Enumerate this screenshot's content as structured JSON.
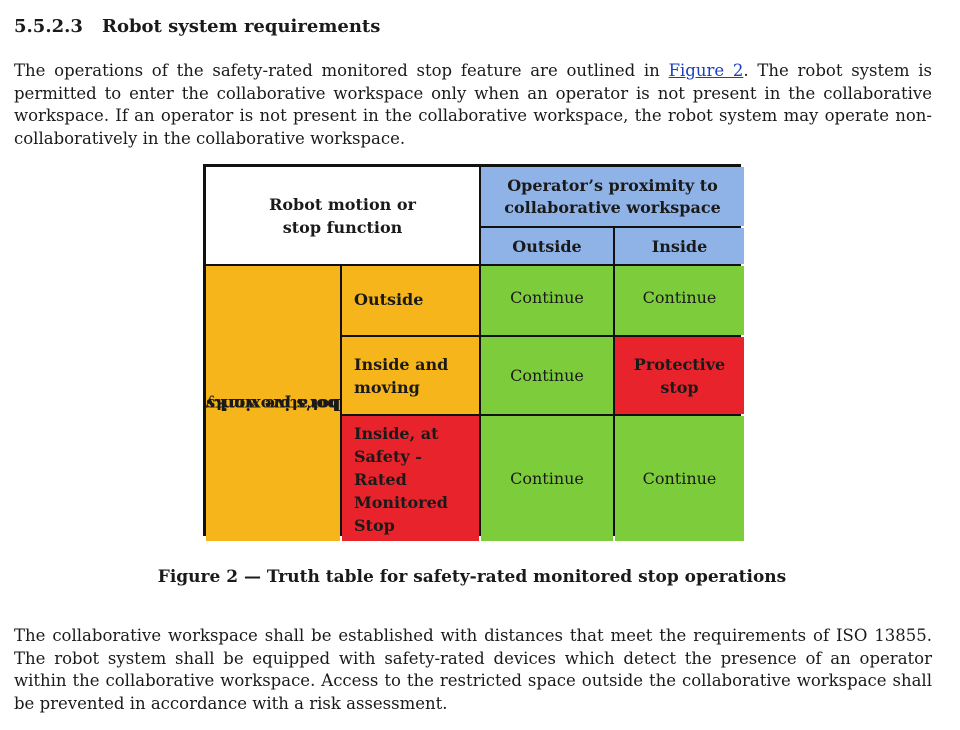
{
  "section": {
    "number": "5.5.2.3",
    "title": "Robot system requirements"
  },
  "intro": {
    "before_link": "The operations of the safety-rated monitored stop feature are outlined in ",
    "link_text": "Figure 2",
    "after_link": ". The robot system is permitted to enter the collaborative workspace only when an operator is not present in the collaborative workspace. If an operator is not present in the collaborative workspace, the robot system may operate non-collaboratively in the collaborative workspace."
  },
  "table": {
    "corner_header_line1": "Robot motion or",
    "corner_header_line2": "stop function",
    "operator_header_line1": "Operator’s proximity to",
    "operator_header_line2": "collaborative workspace",
    "operator_outside": "Outside",
    "operator_inside": "Inside",
    "robot_header_line1": "Robot’s proximity to",
    "robot_header_line2": "collaborative workspace",
    "rows": [
      {
        "label_lines": [
          "Outside"
        ],
        "outside": "Continue",
        "inside": "Continue"
      },
      {
        "label_lines": [
          "Inside and",
          "moving"
        ],
        "outside": "Continue",
        "inside_line1": "Protective",
        "inside_line2": "stop"
      },
      {
        "label_lines": [
          "Inside, at",
          "Safety -",
          "Rated",
          "Monitored",
          "Stop"
        ],
        "outside": "Continue",
        "inside": "Continue"
      }
    ],
    "colors": {
      "header_blue": "#8fb3e6",
      "amber": "#f5b51b",
      "red": "#e8232b",
      "green": "#7dcc3c"
    }
  },
  "figure_caption": "Figure 2 — Truth table for safety-rated monitored stop operations",
  "closing_paragraph": "The collaborative workspace shall be established with distances that meet the requirements of ISO 13855. The robot system shall be equipped with safety-rated devices which detect the presence of an operator within the collaborative workspace. Access to the restricted space outside the collaborative workspace shall be prevented in accordance with a risk assessment."
}
